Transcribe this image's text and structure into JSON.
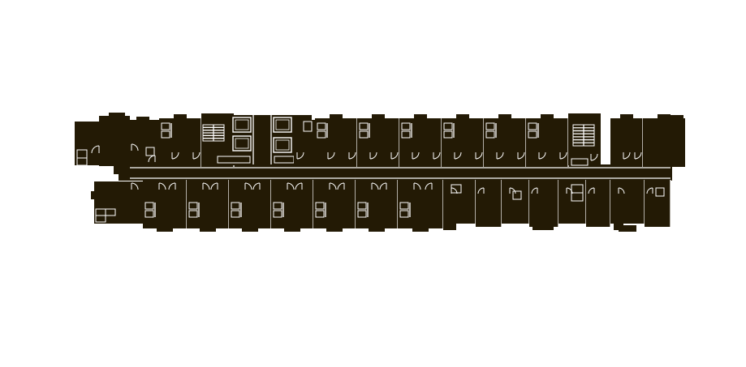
{
  "drawing": {
    "fill_color": "#231a05",
    "line_color": "#ffffff",
    "background": "#ffffff"
  },
  "building": {
    "north_rooms": 14,
    "south_rooms": 14,
    "stairs": 2,
    "lifts": 4
  }
}
